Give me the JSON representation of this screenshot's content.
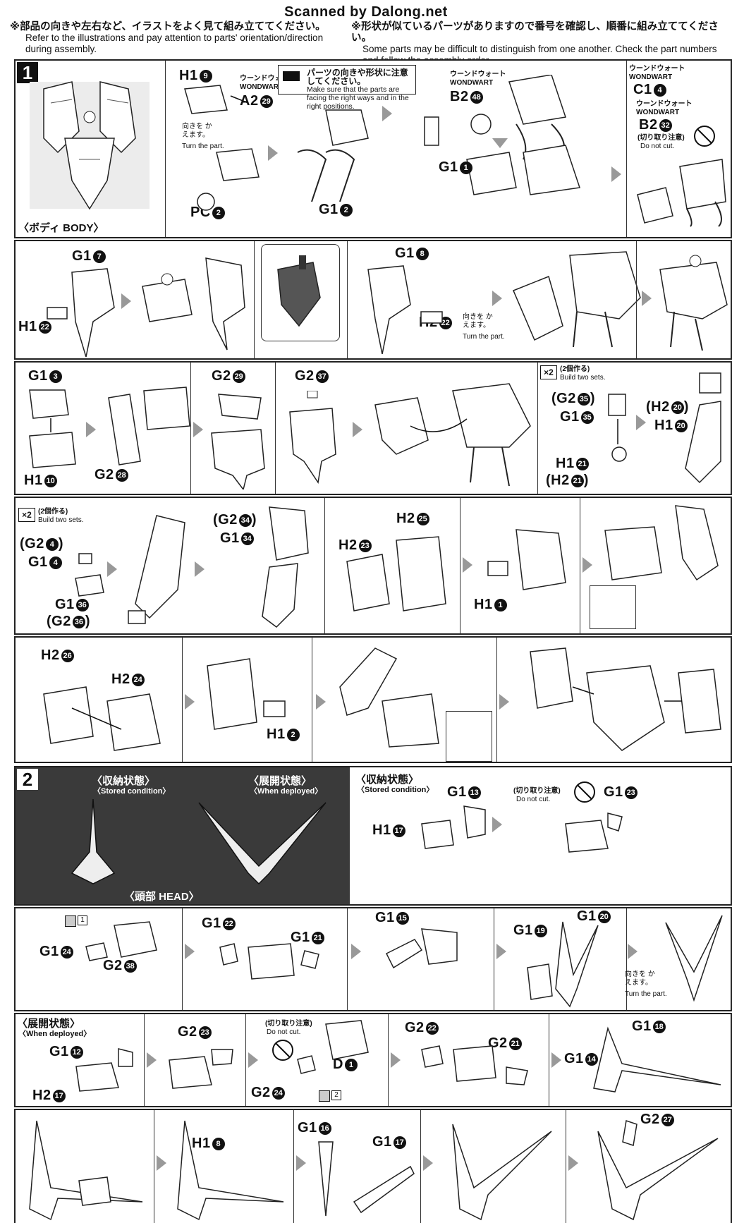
{
  "scan_credit": "Scanned by Dalong.net",
  "notes": {
    "left_jp": "※部品の向きや左右など、イラストをよく見て組み立ててください。",
    "left_en": "Refer to the illustrations and pay attention to parts' orientation/direction during assembly.",
    "right_jp": "※形状が似ているパーツがありますので番号を確認し、順番に組み立ててください。",
    "right_en": "Some parts may be difficult to distinguish from one another. Check the part numbers and follow the assembly order."
  },
  "steps": {
    "step1": "1",
    "step2": "2"
  },
  "captions": {
    "body": "〈ボディ BODY〉",
    "stored_jp": "〈収納状態〉",
    "stored_en": "〈Stored condition〉",
    "deployed_jp": "〈展開状態〉",
    "deployed_en": "〈When deployed〉",
    "head": "〈頭部 HEAD〉"
  },
  "texts": {
    "wondwart_jp": "ウーンドウォート",
    "wondwart_en": "WONDWART",
    "turn_jp": "向きを かえます。",
    "turn_en": "Turn the part.",
    "orient_jp": "パーツの向きや形状に注意してください。",
    "orient_en": "Make sure that the parts are facing the right ways and in the right positions.",
    "cut_jp": "(切り取り注意)",
    "cut_en": "Do not cut.",
    "two_jp": "(2個作る)",
    "two_en": "Build two sets.",
    "x2": "×2",
    "ref1": "1",
    "ref2": "2"
  },
  "parts": [
    {
      "id": "p01",
      "name": "H1",
      "num": "9"
    },
    {
      "id": "p02",
      "name": "A2",
      "num": "29"
    },
    {
      "id": "p03",
      "name": "PC",
      "num": "2"
    },
    {
      "id": "p04",
      "name": "G1",
      "num": "2"
    },
    {
      "id": "p05",
      "name": "B2",
      "num": "48"
    },
    {
      "id": "p06",
      "name": "G1",
      "num": "1"
    },
    {
      "id": "p07",
      "name": "C1",
      "num": "4"
    },
    {
      "id": "p08",
      "name": "B2",
      "num": "32"
    },
    {
      "id": "p09",
      "name": "G1",
      "num": "7"
    },
    {
      "id": "p10",
      "name": "H1",
      "num": "22"
    },
    {
      "id": "p11",
      "name": "G1",
      "num": "8"
    },
    {
      "id": "p12",
      "name": "H2",
      "num": "22"
    },
    {
      "id": "p13",
      "name": "G1",
      "num": "3"
    },
    {
      "id": "p14",
      "name": "H1",
      "num": "10"
    },
    {
      "id": "p15",
      "name": "G2",
      "num": "28"
    },
    {
      "id": "p16",
      "name": "G2",
      "num": "29"
    },
    {
      "id": "p17",
      "name": "G2",
      "num": "37"
    },
    {
      "id": "p18",
      "name": "(G2",
      "num": "35",
      "suffix": ")"
    },
    {
      "id": "p19",
      "name": "G1",
      "num": "35"
    },
    {
      "id": "p20",
      "name": "H1",
      "num": "21"
    },
    {
      "id": "p21",
      "name": "(H2",
      "num": "21",
      "suffix": ")"
    },
    {
      "id": "p22",
      "name": "(H2",
      "num": "20",
      "suffix": ")"
    },
    {
      "id": "p23",
      "name": "H1",
      "num": "20"
    },
    {
      "id": "p24",
      "name": "(G2",
      "num": "4",
      "suffix": ")"
    },
    {
      "id": "p25",
      "name": "G1",
      "num": "4"
    },
    {
      "id": "p26",
      "name": "G1",
      "num": "36"
    },
    {
      "id": "p27",
      "name": "(G2",
      "num": "36",
      "suffix": ")"
    },
    {
      "id": "p28",
      "name": "(G2",
      "num": "34",
      "suffix": ")"
    },
    {
      "id": "p29",
      "name": "G1",
      "num": "34"
    },
    {
      "id": "p30",
      "name": "H2",
      "num": "25"
    },
    {
      "id": "p31",
      "name": "H2",
      "num": "23"
    },
    {
      "id": "p32",
      "name": "H1",
      "num": "1"
    },
    {
      "id": "p33",
      "name": "H2",
      "num": "26"
    },
    {
      "id": "p34",
      "name": "H2",
      "num": "24"
    },
    {
      "id": "p35",
      "name": "H1",
      "num": "2"
    },
    {
      "id": "p36",
      "name": "G1",
      "num": "13"
    },
    {
      "id": "p37",
      "name": "H1",
      "num": "17"
    },
    {
      "id": "p38",
      "name": "G1",
      "num": "23"
    },
    {
      "id": "p39",
      "name": "G1",
      "num": "24"
    },
    {
      "id": "p40",
      "name": "G2",
      "num": "38"
    },
    {
      "id": "p41",
      "name": "G1",
      "num": "22"
    },
    {
      "id": "p42",
      "name": "G1",
      "num": "21"
    },
    {
      "id": "p43",
      "name": "G1",
      "num": "15"
    },
    {
      "id": "p44",
      "name": "G1",
      "num": "19"
    },
    {
      "id": "p45",
      "name": "G1",
      "num": "20"
    },
    {
      "id": "p46",
      "name": "G1",
      "num": "12"
    },
    {
      "id": "p47",
      "name": "H2",
      "num": "17"
    },
    {
      "id": "p48",
      "name": "G2",
      "num": "23"
    },
    {
      "id": "p49",
      "name": "D",
      "num": "1"
    },
    {
      "id": "p50",
      "name": "G2",
      "num": "24"
    },
    {
      "id": "p51",
      "name": "G2",
      "num": "22"
    },
    {
      "id": "p52",
      "name": "G2",
      "num": "21"
    },
    {
      "id": "p53",
      "name": "G1",
      "num": "18"
    },
    {
      "id": "p54",
      "name": "G1",
      "num": "14"
    },
    {
      "id": "p55",
      "name": "H1",
      "num": "8"
    },
    {
      "id": "p56",
      "name": "G1",
      "num": "16"
    },
    {
      "id": "p57",
      "name": "G1",
      "num": "17"
    },
    {
      "id": "p58",
      "name": "G2",
      "num": "27"
    }
  ],
  "colors": {
    "ink": "#111111",
    "arrow": "#999999",
    "photo": "#3a3a3a"
  }
}
